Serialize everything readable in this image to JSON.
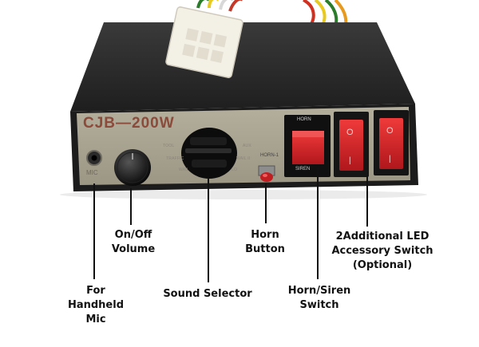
{
  "device": {
    "model_label": "CJB—200W",
    "mic_label": "MIC",
    "horn_switch_top": "HORN",
    "horn_switch_bottom": "SIREN",
    "horn_button_label": "HORN-1",
    "rocker_top_symbol": "O",
    "rocker_bottom_symbol": "|",
    "selector_positions": [
      "TOOL",
      "AUX",
      "TRAFFIC",
      "WAIL II",
      "WAIL",
      "LO"
    ]
  },
  "callouts": [
    {
      "name": "callout-handheld-mic",
      "text": "For\nHandheld Mic"
    },
    {
      "name": "callout-volume",
      "text": "On/Off\nVolume"
    },
    {
      "name": "callout-sound-selector",
      "text": "Sound Selector"
    },
    {
      "name": "callout-horn-button",
      "text": "Horn\nButton"
    },
    {
      "name": "callout-horn-siren",
      "text": "Horn/Siren\nSwitch"
    },
    {
      "name": "callout-accessory",
      "text": "2Additional LED\nAccessory Switch\n(Optional)"
    }
  ],
  "colors": {
    "housing": "#2b2b2b",
    "faceplate": "#a8a292",
    "model_text": "#8b4a3a",
    "switch_red": "#d8242a",
    "connector": "#f3f0e6"
  }
}
